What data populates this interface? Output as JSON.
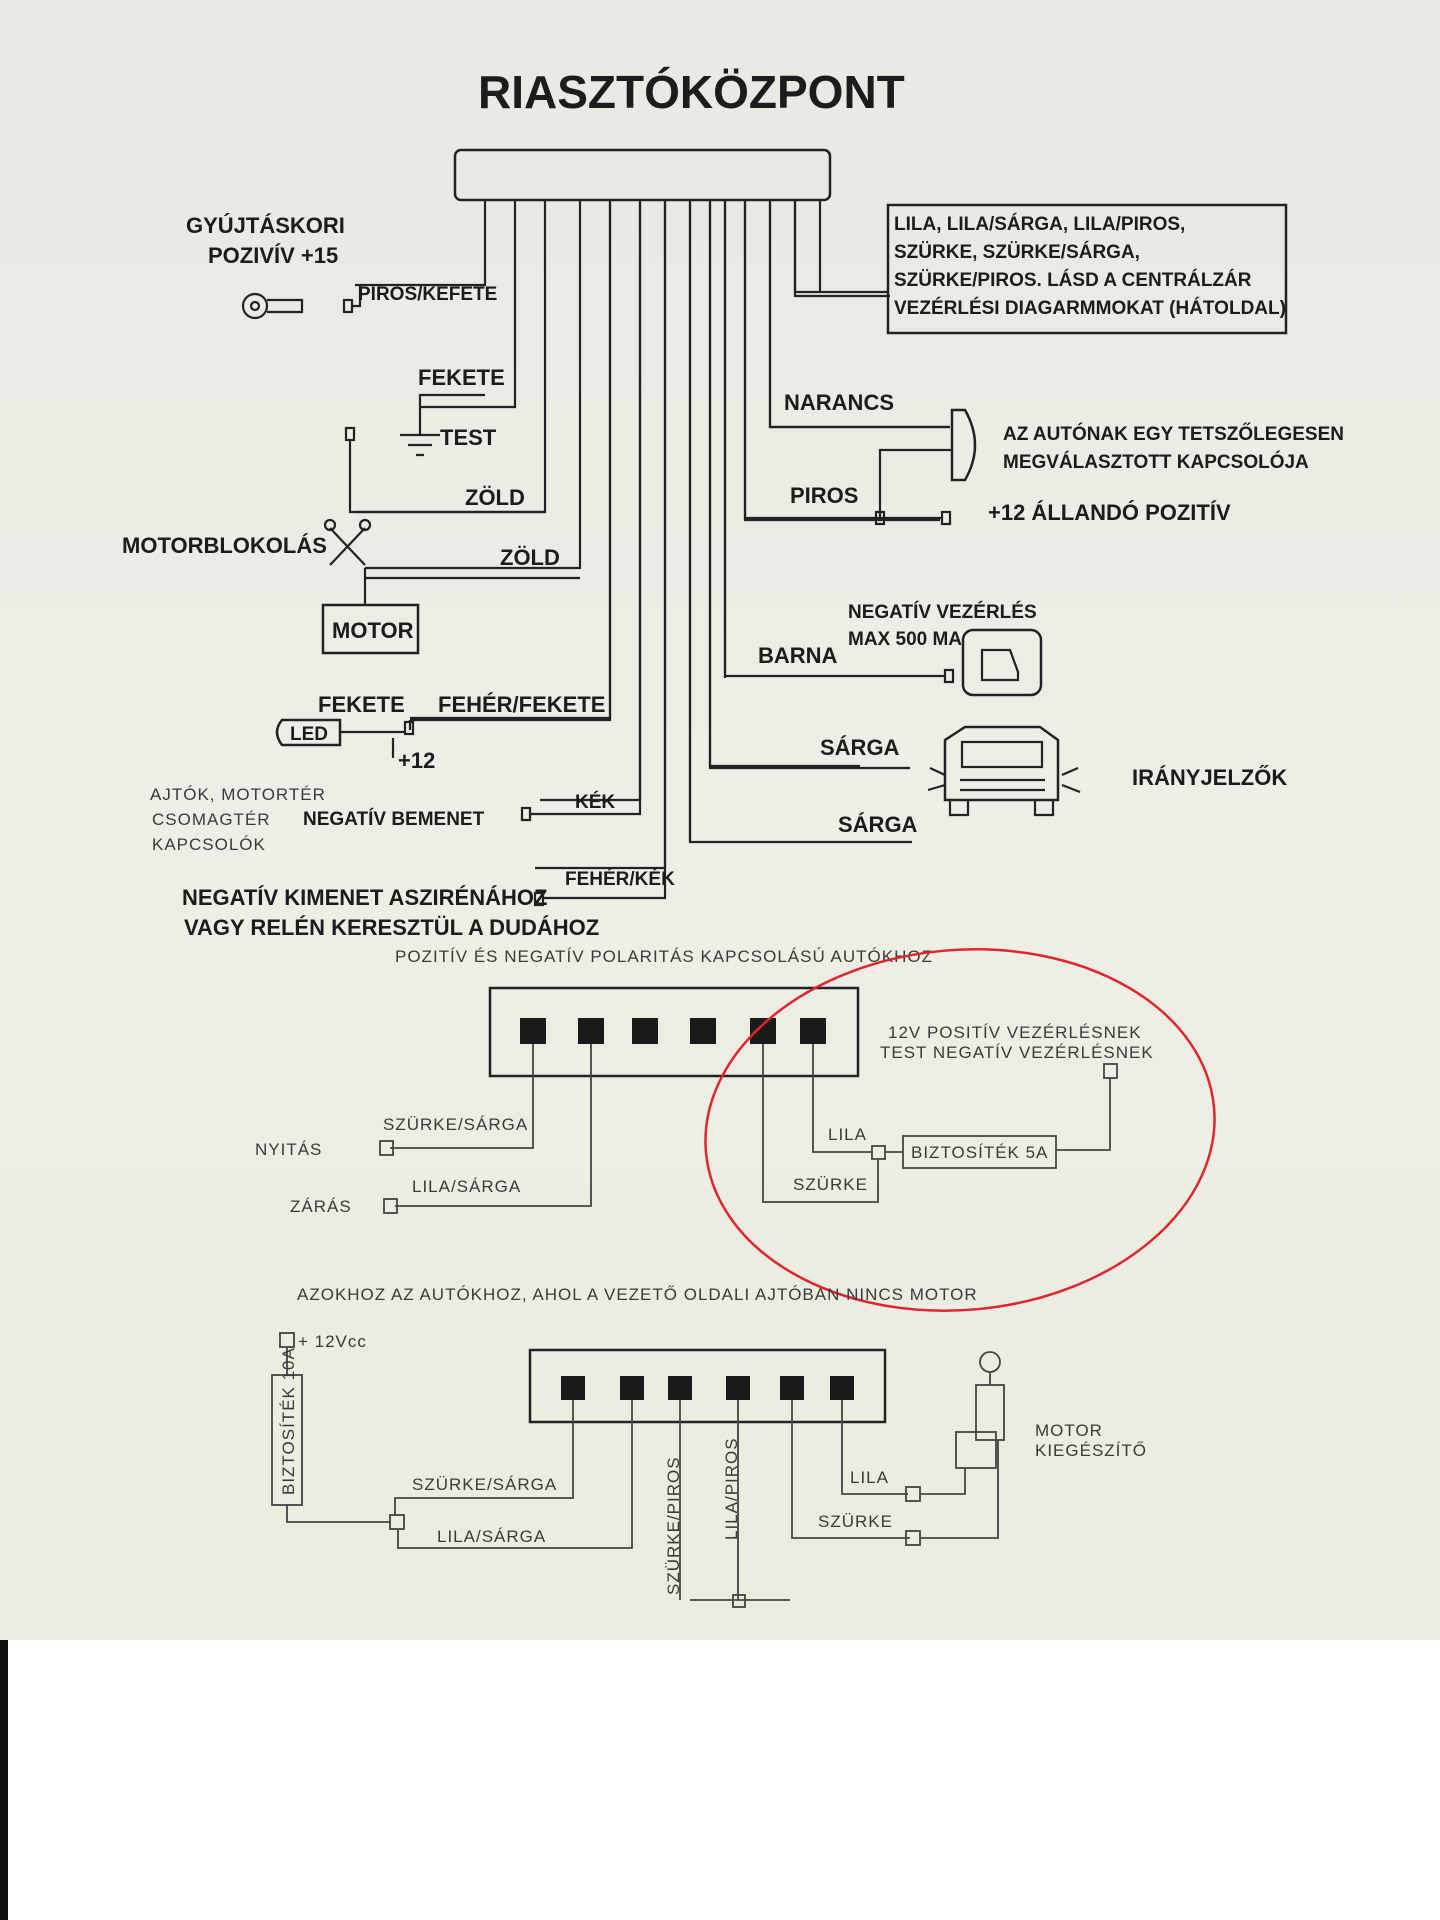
{
  "title": "RIASZTÓKÖZPONT",
  "ignition": {
    "label1": "GYÚJTÁSKORI",
    "label2": "POZIVÍV +15",
    "wire": "PIROS/KEFETE"
  },
  "centrallock_note": [
    "LILA, LILA/SÁRGA, LILA/PIROS,",
    "SZÜRKE, SZÜRKE/SÁRGA,",
    "SZÜRKE/PIROS. LÁSD A CENTRÁLZÁR",
    "VEZÉRLÉSI DIAGARMMOKAT (HÁTOLDAL)"
  ],
  "ground": {
    "wire": "FEKETE",
    "label": "TEST"
  },
  "motorblock": {
    "label": "MOTORBLOKOLÁS",
    "wire1": "ZÖLD",
    "wire2": "ZÖLD",
    "box": "MOTOR"
  },
  "switch": {
    "wire": "NARANCS",
    "note1": "AZ AUTÓNAK EGY TETSZŐLEGESEN",
    "note2": "MEGVÁLASZTOTT KAPCSOLÓJA"
  },
  "power": {
    "wire": "PIROS",
    "label": "+12 ÁLLANDÓ POZITÍV"
  },
  "negative_control": {
    "line1": "NEGATÍV VEZÉRLÉS",
    "line2": "MAX 500 MA",
    "wire": "BARNA"
  },
  "led": {
    "wire1": "FEKETE",
    "wire2": "FEHÉR/FEKETE",
    "label": "LED",
    "plus": "+12"
  },
  "doors": {
    "line1": "AJTÓK, MOTORTÉR",
    "line2": "CSOMAGTÉR",
    "line3": "KAPCSOLÓK",
    "input": "NEGATÍV BEMENET",
    "wire": "KÉK"
  },
  "indicators": {
    "wire1": "SÁRGA",
    "wire2": "SÁRGA",
    "label": "IRÁNYJELZŐK"
  },
  "siren": {
    "line1": "NEGATÍV KIMENET ASZIRÉNÁHOZ",
    "line2": "VAGY RELÉN KERESZTÜL A DUDÁHOZ",
    "wire": "FEHÉR/KÉK"
  },
  "section1": {
    "title": "POZITÍV ÉS NEGATÍV POLARITÁS KAPCSOLÁSÚ AUTÓKHOZ",
    "open": "NYITÁS",
    "close": "ZÁRÁS",
    "wire_grey_yellow": "SZÜRKE/SÁRGA",
    "wire_purple_yellow": "LILA/SÁRGA",
    "wire_purple": "LILA",
    "wire_grey": "SZÜRKE",
    "fuse": "BIZTOSÍTÉK 5A",
    "note1": "12V POSITÍV VEZÉRLÉSNEK",
    "note2": "TEST NEGATÍV VEZÉRLÉSNEK"
  },
  "section2": {
    "title": "AZOKHOZ AZ AUTÓKHOZ, AHOL A VEZETŐ OLDALI AJTÓBAN NINCS MOTOR",
    "supply": "+ 12Vcc",
    "fuse": "BIZTOSÍTÉK 10A",
    "wire_grey_yellow": "SZÜRKE/SÁRGA",
    "wire_purple_yellow": "LILA/SÁRGA",
    "wire_grey_red": "SZÜRKE/PIROS",
    "wire_purple_red": "LILA/PIROS",
    "wire_purple": "LILA",
    "wire_grey": "SZÜRKE",
    "motor1": "MOTOR",
    "motor2": "KIEGÉSZÍTŐ"
  },
  "colors": {
    "highlight_circle": "#e0262d",
    "ink": "#1c1c1c",
    "paper": "#ecebe3"
  }
}
